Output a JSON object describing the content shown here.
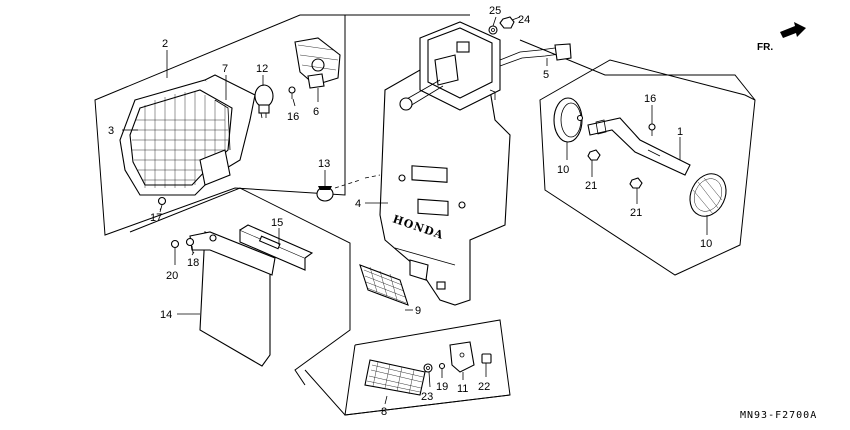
{
  "callouts": [
    {
      "id": "c2",
      "text": "2"
    },
    {
      "id": "c7",
      "text": "7"
    },
    {
      "id": "c12",
      "text": "12"
    },
    {
      "id": "c3",
      "text": "3"
    },
    {
      "id": "c16a",
      "text": "16"
    },
    {
      "id": "c6",
      "text": "6"
    },
    {
      "id": "c17",
      "text": "17"
    },
    {
      "id": "c13",
      "text": "13"
    },
    {
      "id": "c4",
      "text": "4"
    },
    {
      "id": "c25",
      "text": "25"
    },
    {
      "id": "c24",
      "text": "24"
    },
    {
      "id": "c5",
      "text": "5"
    },
    {
      "id": "c15",
      "text": "15"
    },
    {
      "id": "c18",
      "text": "18"
    },
    {
      "id": "c20",
      "text": "20"
    },
    {
      "id": "c14",
      "text": "14"
    },
    {
      "id": "c9",
      "text": "9"
    },
    {
      "id": "c16b",
      "text": "16"
    },
    {
      "id": "c1",
      "text": "1"
    },
    {
      "id": "c10a",
      "text": "10"
    },
    {
      "id": "c21a",
      "text": "21"
    },
    {
      "id": "c21b",
      "text": "21"
    },
    {
      "id": "c10b",
      "text": "10"
    },
    {
      "id": "c19",
      "text": "19"
    },
    {
      "id": "c11",
      "text": "11"
    },
    {
      "id": "c22",
      "text": "22"
    },
    {
      "id": "c23",
      "text": "23"
    },
    {
      "id": "c8",
      "text": "8"
    }
  ],
  "brand_text": "HONDA",
  "direction_label": "FR.",
  "diagram_code": "MN93-F2700A"
}
